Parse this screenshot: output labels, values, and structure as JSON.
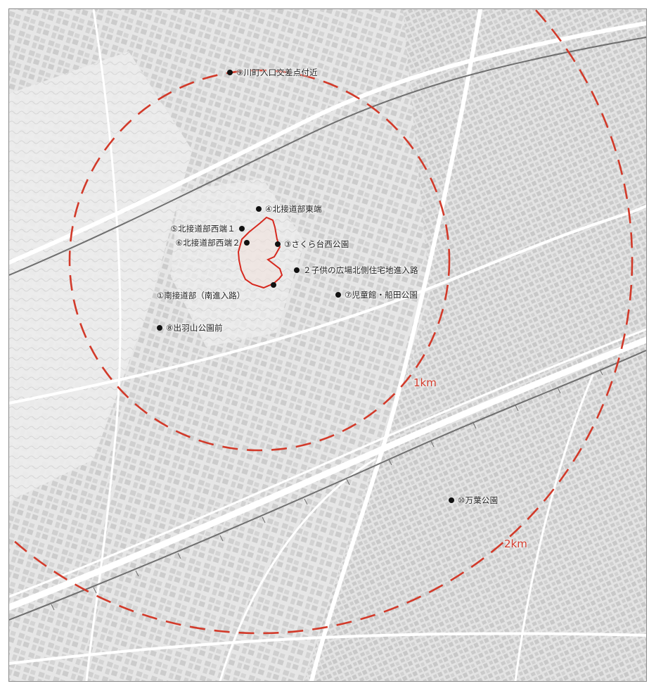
{
  "colors": {
    "ring": "#d23a2a",
    "boundary": "#d6281e",
    "marker": "#111111",
    "background": "#ececec",
    "roads": "#ffffff",
    "blocks": "#c9c9c9"
  },
  "rings": [
    {
      "id": "ring-1km",
      "label": "1km"
    },
    {
      "id": "ring-2km",
      "label": "2km"
    }
  ],
  "points": [
    {
      "id": "poi-9",
      "label": "⑨川町入口交差点付近"
    },
    {
      "id": "poi-4",
      "label": "④北接道部東端"
    },
    {
      "id": "poi-5",
      "label": "⑤北接道部西端１"
    },
    {
      "id": "poi-6",
      "label": "⑥北接道部西端２"
    },
    {
      "id": "poi-3",
      "label": "③さくら台西公園"
    },
    {
      "id": "poi-2",
      "label": "２子供の広場北側住宅地進入路"
    },
    {
      "id": "poi-1",
      "label": "①南接道部（南進入路）"
    },
    {
      "id": "poi-7",
      "label": "⑦児童館・船田公園"
    },
    {
      "id": "poi-8",
      "label": "⑧出羽山公園前"
    },
    {
      "id": "poi-10",
      "label": "⑩万葉公園"
    }
  ]
}
